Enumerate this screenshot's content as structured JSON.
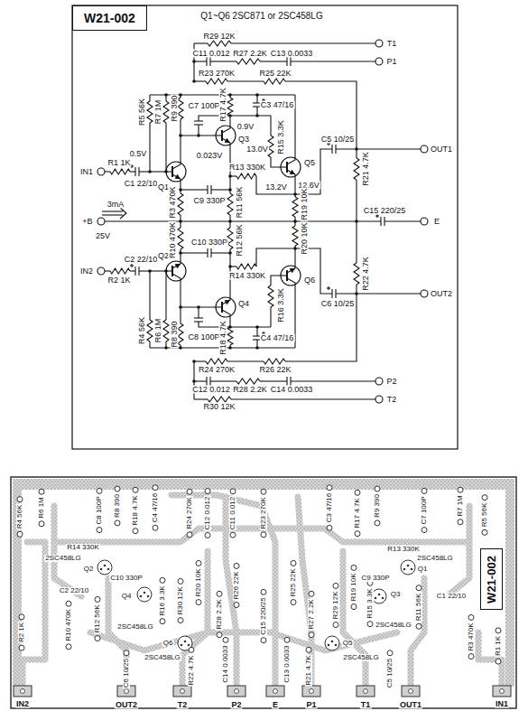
{
  "diagram": {
    "nodes": [
      {
        "text": [
          "W21-002"
        ]
      },
      {
        "text": [
          "W21-002"
        ]
      }
    ],
    "labels": [
      "Q1~Q6 2SC871 or 2SC458LG",
      "R29 12K",
      "T1",
      "C11 0.012",
      "R27 2.2K",
      "C13 0.0033",
      "P1",
      "R23 270K",
      "R25 22K",
      "R5 56K",
      "R7 1M",
      "R9 390",
      "C7 100P",
      "R17 4.7K",
      "0.9V",
      "C3 47/16",
      "Q3",
      "0.023V",
      "13.0V",
      "R15 3.3K",
      "Q5",
      "R13 330K",
      "IN1",
      "R1 1K",
      "0.5V",
      "C1 22/10",
      "Q1",
      "13.2V",
      "12.6V",
      "R3 470K",
      "C9 330P",
      "R11 56K",
      "R19 10K",
      "C5 10/25",
      "R21 4.7K",
      "OUT1",
      "3mA",
      "+B",
      "25V",
      "C15 220/25",
      "E",
      "R30 12K",
      "T2",
      "C12 0.012",
      "R28 2.2K",
      "C14 0.0033",
      "P2",
      "R24 270K",
      "R26 22K",
      "R4 56K",
      "R6 1M",
      "R8 390",
      "C8 100P",
      "R18 4.7K",
      "C4 47/16",
      "Q4",
      "R16 3.3K",
      "Q6",
      "R14 330K",
      "IN2",
      "R2 1K",
      "C2 22/10",
      "Q2",
      "R10 470K",
      "C10 330P",
      "R12 56K",
      "R20 10K",
      "C6 10/25",
      "R22 4.7K",
      "OUT2",
      "R4 56K",
      "R6 1M",
      "C8 100P",
      "R8 390",
      "R18 4.7K",
      "C4 47/16",
      "R24 270K",
      "C12 0.012",
      "C11 0.012",
      "R23 270K",
      "C3 47/16",
      "R17 4.7K",
      "R9 390",
      "C7 100P",
      "R7 1M",
      "R5 56K",
      "R14 330K",
      "R13 330K",
      "2SC458LG",
      "Q2",
      "2SC458LG",
      "Q1",
      "C10 330P",
      "C9 330P",
      "C2 22/10",
      "C1 22/10",
      "Q4",
      "Q3",
      "2SC458LG",
      "2SC458LG",
      "R16 3.3K",
      "R30 12K",
      "R20 10K",
      "R28 2.2K",
      "R26 22K",
      "C15 220/25",
      "R25 22K",
      "R27 2.2K",
      "R29 12K",
      "R19 10K",
      "R15 3.3K",
      "R11 56K",
      "R12 56K",
      "R10 470K",
      "R3 470K",
      "R1 1K",
      "R2 1K",
      "Q6",
      "2SC458LG",
      "C6 10/25",
      "R22 4.7K",
      "C14 0.0033",
      "C13 0.0033",
      "R21 4.7K",
      "Q5",
      "2SC458LG",
      "C5 10/25",
      "IN2",
      "OUT2",
      "T2",
      "P2",
      "E",
      "P1",
      "T1",
      "OUT1",
      "IN1"
    ]
  }
}
